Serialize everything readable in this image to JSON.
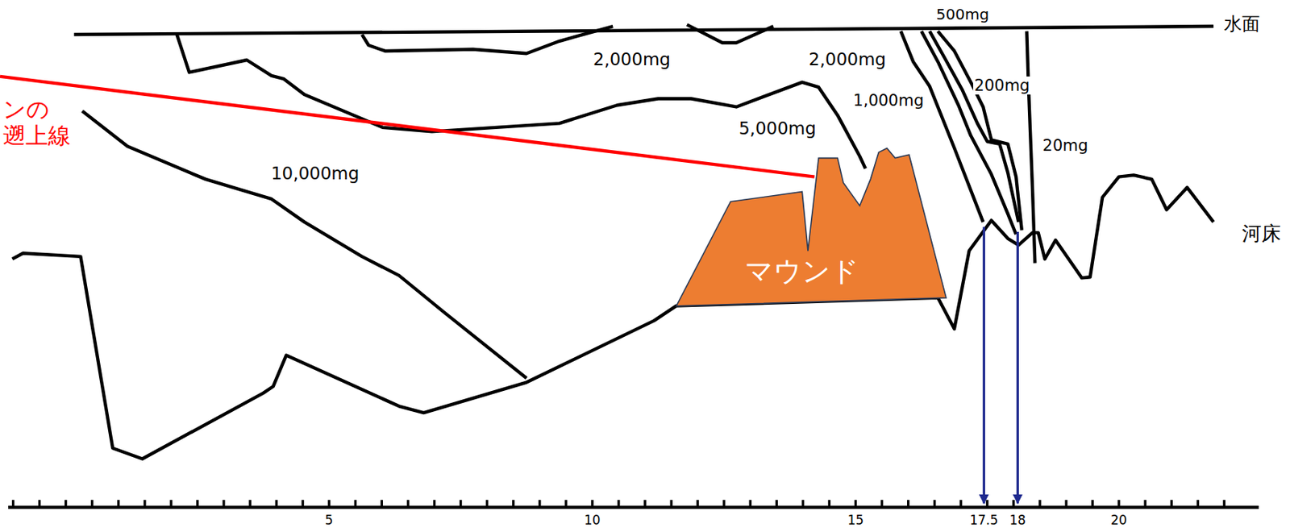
{
  "diagram": {
    "nodes": [
      {
        "text": [
          "マウンド"
        ]
      }
    ],
    "labels": [
      "水面",
      "河床",
      "500mg",
      "2,000mg",
      "2,000mg",
      "200mg",
      "1,000mg",
      "5,000mg",
      "20mg",
      "10,000mg",
      "ンの 遡上線",
      "5",
      "10",
      "15",
      "17.5",
      "18",
      "20"
    ]
  }
}
